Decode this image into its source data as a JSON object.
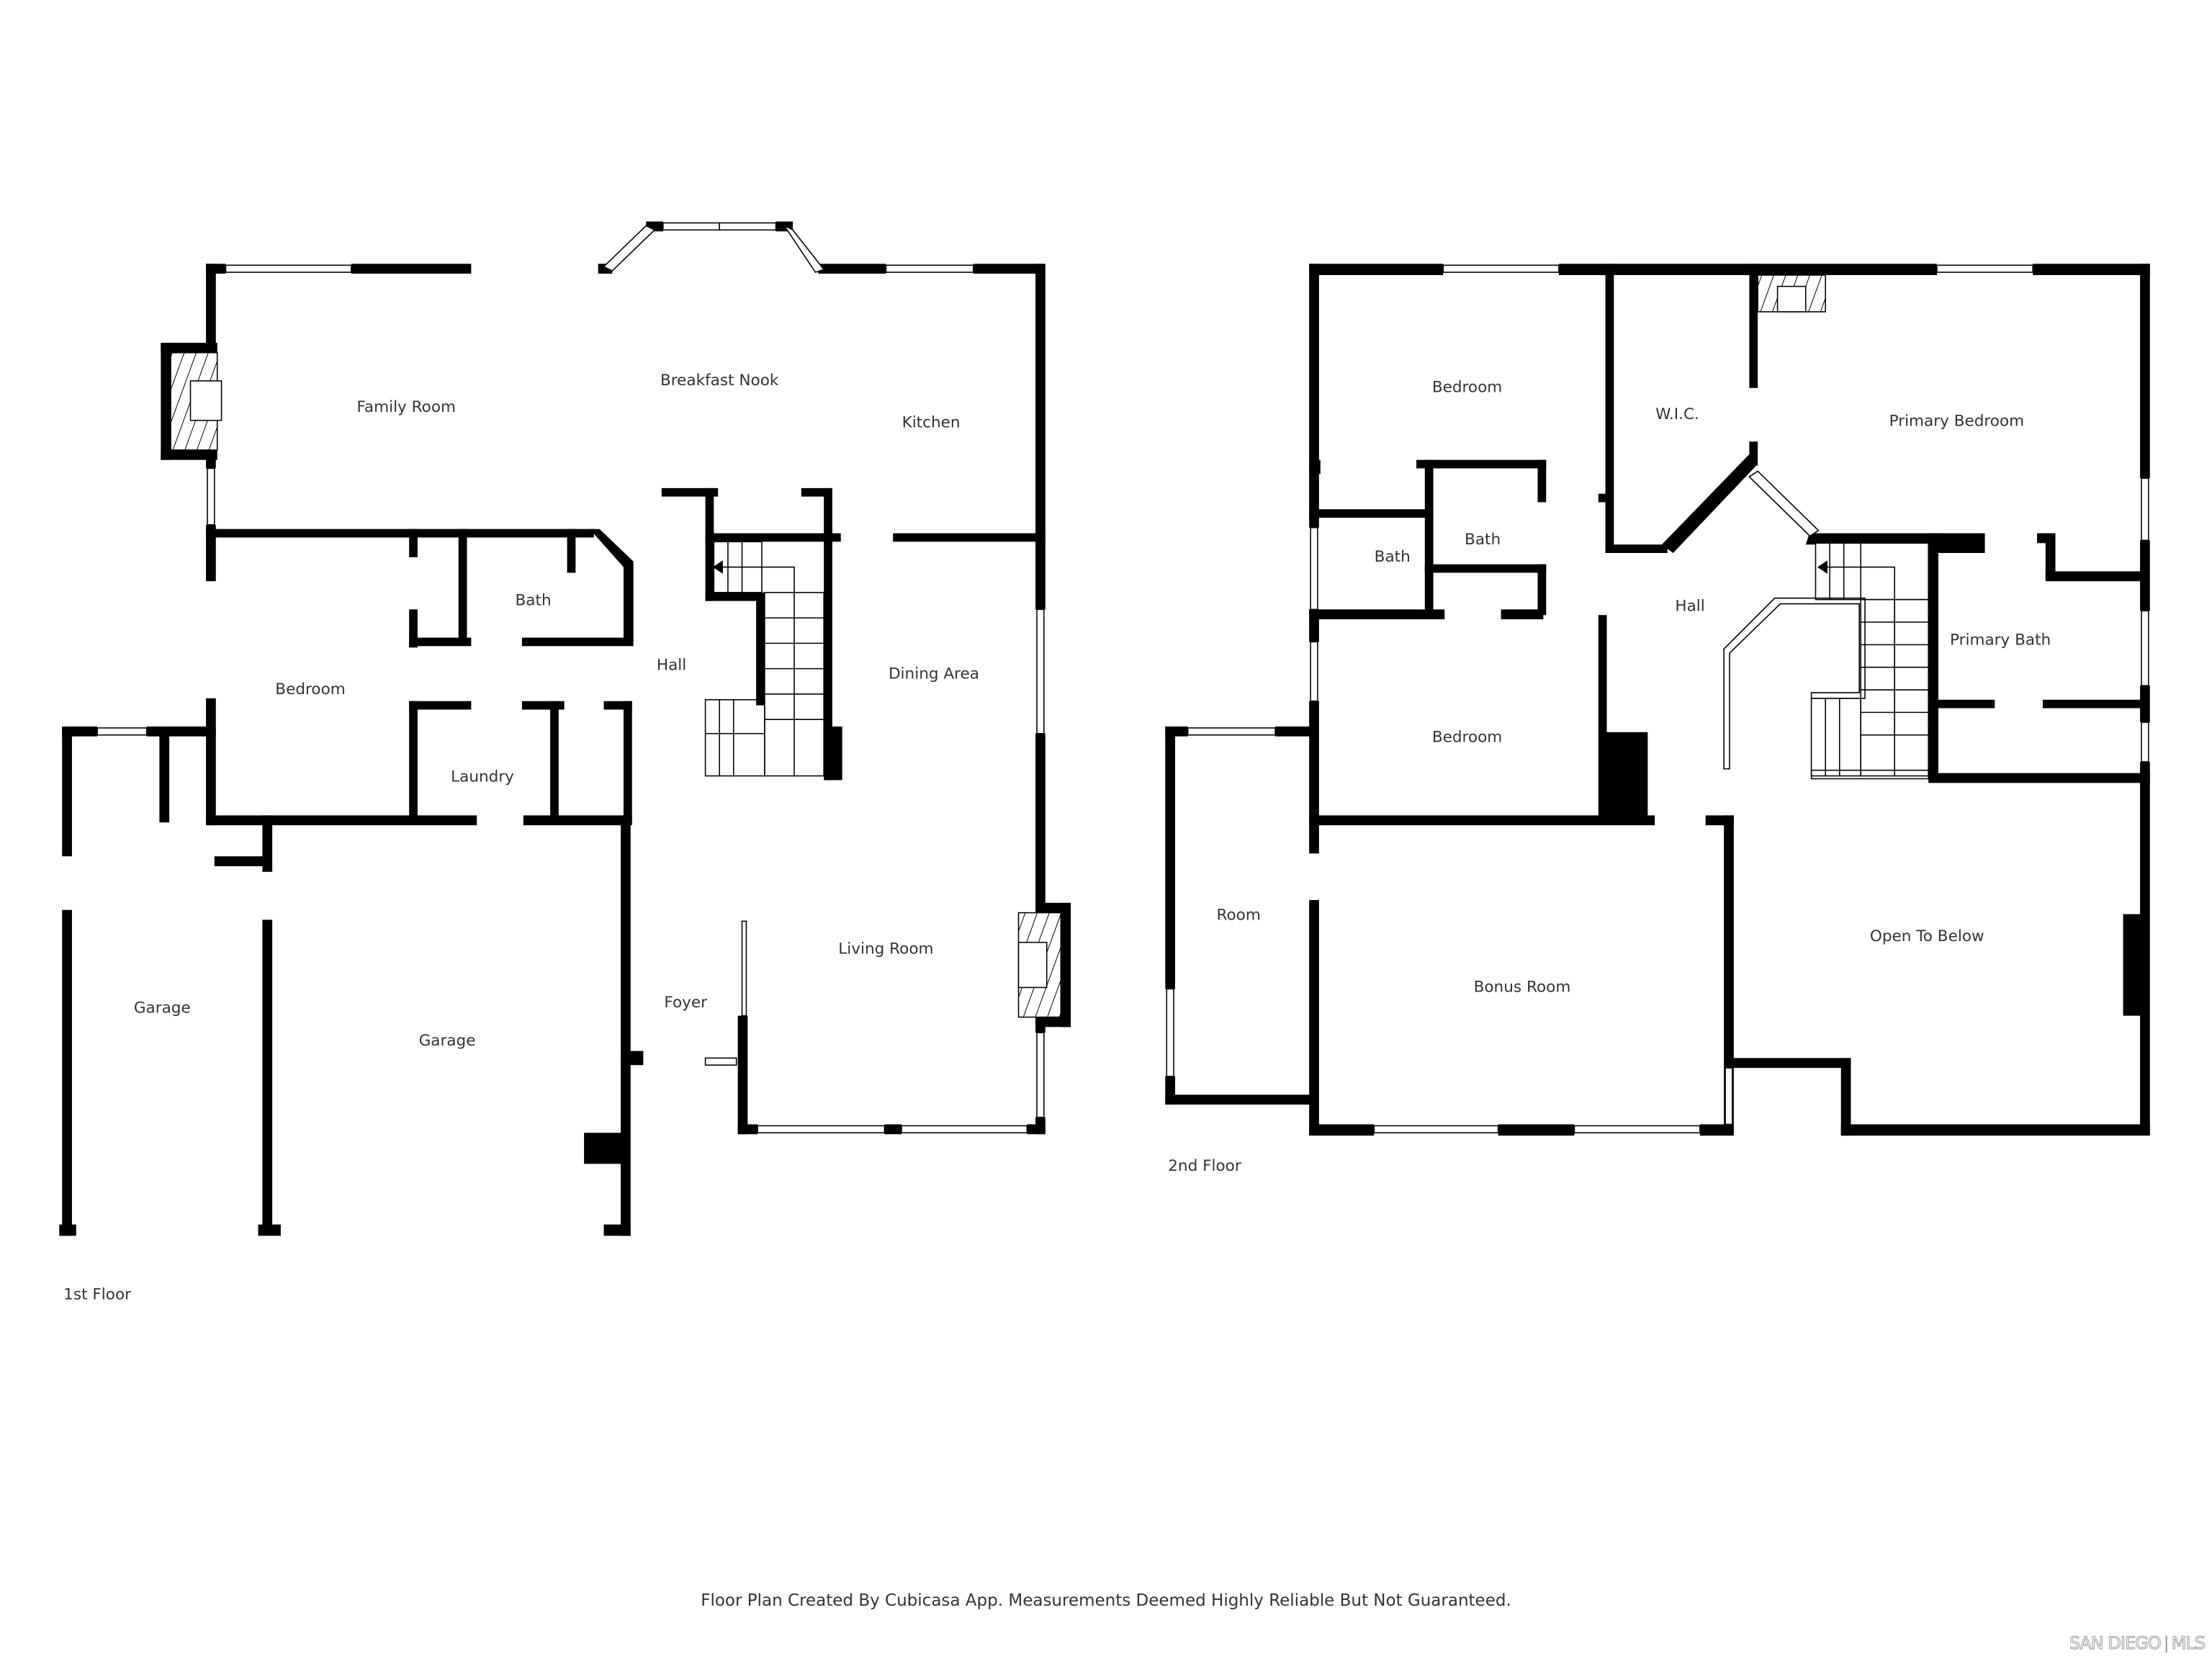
{
  "floor_1": {
    "label": "1st Floor",
    "rooms": {
      "family_room": "Family Room",
      "breakfast_nook": "Breakfast Nook",
      "kitchen": "Kitchen",
      "bath": "Bath",
      "bedroom": "Bedroom",
      "hall": "Hall",
      "dining_area": "Dining Area",
      "laundry": "Laundry",
      "living_room": "Living Room",
      "foyer": "Foyer",
      "garage_left": "Garage",
      "garage_right": "Garage"
    }
  },
  "floor_2": {
    "label": "2nd Floor",
    "rooms": {
      "bedroom_top": "Bedroom",
      "wic": "W.I.C.",
      "primary_bedroom": "Primary Bedroom",
      "bath_left": "Bath",
      "bath_center": "Bath",
      "hall": "Hall",
      "primary_bath": "Primary Bath",
      "bedroom_mid": "Bedroom",
      "room": "Room",
      "bonus_room": "Bonus Room",
      "open_to_below": "Open To Below"
    }
  },
  "footer": {
    "disclaimer": "Floor Plan Created By Cubicasa App. Measurements Deemed Highly Reliable But Not Guaranteed.",
    "logo_left": "SAN DIEGO",
    "logo_right": "MLS"
  }
}
